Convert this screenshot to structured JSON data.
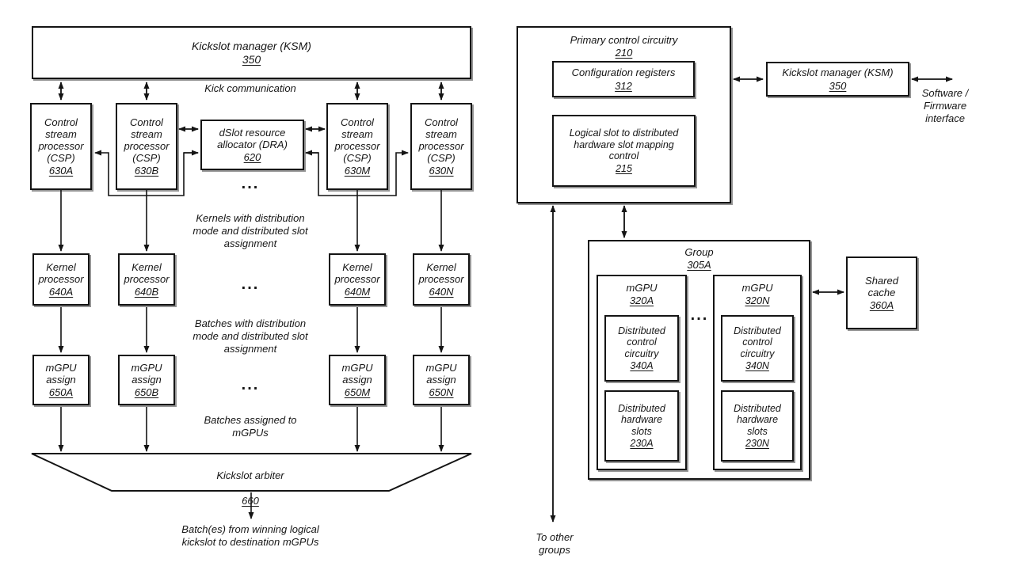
{
  "diagram_left": {
    "ksm": {
      "title": "Kickslot manager (KSM)",
      "ref": "350"
    },
    "kick_communication": "Kick communication",
    "csp": [
      {
        "body": "Control\nstream\nprocessor\n(CSP)",
        "ref": "630A"
      },
      {
        "body": "Control\nstream\nprocessor\n(CSP)",
        "ref": "630B"
      },
      {
        "body": "Control\nstream\nprocessor\n(CSP)",
        "ref": "630M"
      },
      {
        "body": "Control\nstream\nprocessor\n(CSP)",
        "ref": "630N"
      }
    ],
    "dra": {
      "body": "dSlot resource\nallocator (DRA)",
      "ref": "620"
    },
    "kernels_note": "Kernels with distribution\nmode and distributed slot\nassignment",
    "kernel": [
      {
        "body": "Kernel\nprocessor",
        "ref": "640A"
      },
      {
        "body": "Kernel\nprocessor",
        "ref": "640B"
      },
      {
        "body": "Kernel\nprocessor",
        "ref": "640M"
      },
      {
        "body": "Kernel\nprocessor",
        "ref": "640N"
      }
    ],
    "batches_note": "Batches with distribution\nmode and distributed slot\nassignment",
    "mgpu_assign": [
      {
        "body": "mGPU\nassign",
        "ref": "650A"
      },
      {
        "body": "mGPU\nassign",
        "ref": "650B"
      },
      {
        "body": "mGPU\nassign",
        "ref": "650M"
      },
      {
        "body": "mGPU\nassign",
        "ref": "650N"
      }
    ],
    "batches_assigned_note": "Batches assigned to\nmGPUs",
    "arbiter": {
      "title": "Kickslot arbiter",
      "ref": "660"
    },
    "output_note": "Batch(es) from winning logical\nkickslot to destination mGPUs",
    "ellipsis": "..."
  },
  "diagram_right": {
    "pcc": {
      "title": "Primary control circuitry",
      "ref": "210"
    },
    "config_registers": {
      "title": "Configuration registers",
      "ref": "312"
    },
    "mapping_control": {
      "body": "Logical slot to distributed\nhardware slot mapping\ncontrol",
      "ref": "215"
    },
    "ksm": {
      "title": "Kickslot manager (KSM)",
      "ref": "350"
    },
    "swfw_note": "Software /\nFirmware\ninterface",
    "group": {
      "title": "Group",
      "ref": "305A"
    },
    "mgpu": [
      {
        "title": "mGPU",
        "ref": "320A",
        "dcc": {
          "body": "Distributed\ncontrol\ncircuitry",
          "ref": "340A"
        },
        "dhs": {
          "body": "Distributed\nhardware\nslots",
          "ref": "230A"
        }
      },
      {
        "title": "mGPU",
        "ref": "320N",
        "dcc": {
          "body": "Distributed\ncontrol\ncircuitry",
          "ref": "340N"
        },
        "dhs": {
          "body": "Distributed\nhardware\nslots",
          "ref": "230N"
        }
      }
    ],
    "shared_cache": {
      "body": "Shared\ncache",
      "ref": "360A"
    },
    "to_other_groups": "To other\ngroups",
    "ellipsis": "..."
  },
  "colors": {
    "line": "#141414",
    "background": "#ffffff"
  }
}
